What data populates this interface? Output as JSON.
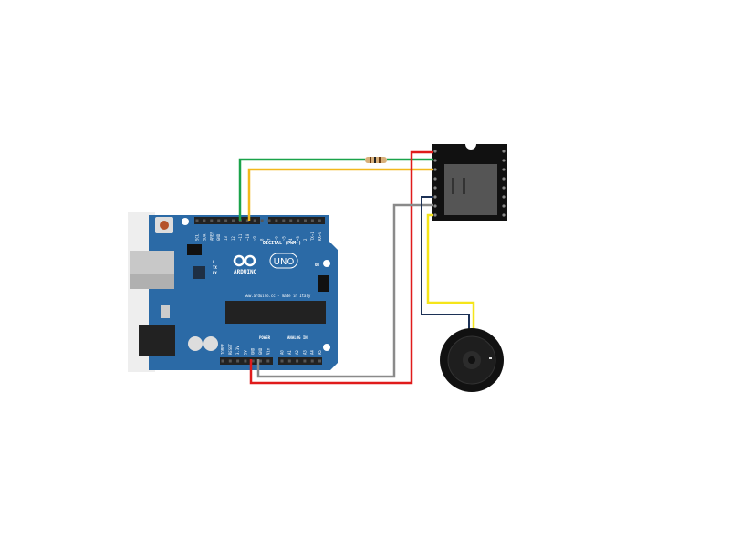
{
  "board": {
    "brand": "ARDUINO",
    "model": "UNO",
    "digital_label": "DIGITAL (PWM~)",
    "power_label": "POWER",
    "analog_label": "ANALOG IN",
    "on_label": "ON",
    "led_l": "L",
    "led_tx": "TX",
    "led_rx": "RX",
    "made_in": "www.arduino.cc - made in Italy",
    "top_pins": [
      "SCL",
      "SDA",
      "AREF",
      "GND",
      "13",
      "12",
      "~11",
      "~10",
      "~9",
      "8",
      "7",
      "~6",
      "~5",
      "4",
      "~3",
      "2",
      "TX→1",
      "RX←0"
    ],
    "power_pins": [
      "IOREF",
      "RESET",
      "3.3V",
      "5V",
      "GND",
      "GND",
      "Vin"
    ],
    "analog_pins": [
      "A0",
      "A1",
      "A2",
      "A3",
      "A4",
      "A5"
    ]
  },
  "colors": {
    "board": "#2b6aa6",
    "wire_green": "#1aa34a",
    "wire_orange": "#f2b81c",
    "wire_red": "#e01b1b",
    "wire_gray": "#8a8a8a",
    "wire_blue": "#1c3156",
    "wire_yellow": "#f5e51a"
  }
}
